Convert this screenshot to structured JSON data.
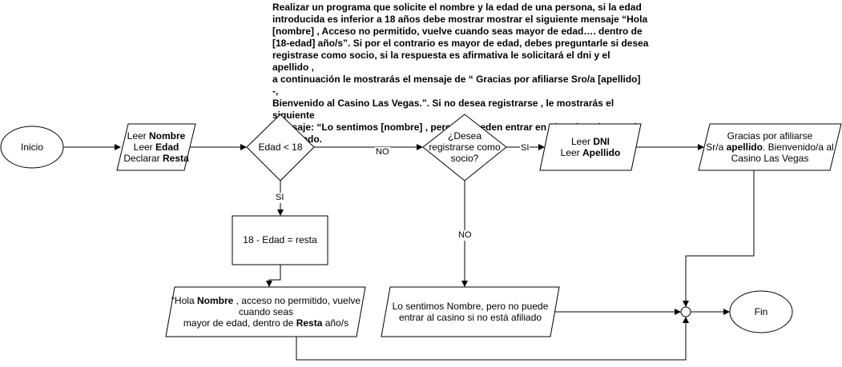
{
  "description": {
    "line1": "Realizar un programa que solicite el nombre y la edad de una persona, si la edad",
    "line2": "introducida es inferior a 18 años debe mostrar mostrar el siguiente mensaje “Hola",
    "line3": "[nombre] , Acceso no permitido, vuelve cuando seas mayor de edad…. dentro de",
    "line4": "[18-edad] año/s”.  Si por el contrario es mayor de edad, debes preguntarle si desea",
    "line5": "registrase como socio, si la respuesta es afirmativa le solicitará el dni y el apellido ,",
    "line6": " a continuación le mostrarás el mensaje de “ Gracias por afiliarse Sro/a [apellido] -,",
    "line7": "Bienvenido al Casino Las Vegas.”.  Si no desea registrarse , le mostrarás el siguiente",
    "line8": "mensaje: “Lo sentimos [nombre] , pero no pueden entrar en el casino si no está",
    "line9": "registrado."
  },
  "nodes": {
    "inicio": "Inicio",
    "leer1": {
      "l1a": "Leer ",
      "l1b": "Nombre",
      "l2a": "Leer ",
      "l2b": "Edad",
      "l3a": "Declarar ",
      "l3b": "Resta"
    },
    "edad": "Edad < 18",
    "resta": "18 - Edad = resta",
    "hola": {
      "l1a": "“Hola ",
      "l1b": "Nombre",
      "l1c": " , acceso no permitido, vuelve",
      "l2": "cuando seas",
      "l3a": "mayor de edad, dentro de ",
      "l3b": "Resta",
      "l3c": " año/s"
    },
    "desea": {
      "l1": "¿Desea",
      "l2": "registrarse como",
      "l3": "socio?"
    },
    "leer2": {
      "l1a": "Leer ",
      "l1b": "DNI",
      "l2a": "Leer ",
      "l2b": "Apellido"
    },
    "gracias": {
      "l1": "Gracias por afiliarse",
      "l2a": "Sr/a ",
      "l2b": "apellido",
      "l2c": ". Bienvenido/a al",
      "l3": "Casino Las Vegas"
    },
    "sentimos": {
      "l1": "Lo sentimos Nombre, pero no puede",
      "l2": "entrar al casino si no está afiliado"
    },
    "fin": "Fin"
  },
  "edge_labels": {
    "si1": "SI",
    "no1": "NO",
    "si2": "SI",
    "no2": "NO"
  },
  "colors": {
    "stroke": "#000000",
    "fill": "#ffffff"
  }
}
